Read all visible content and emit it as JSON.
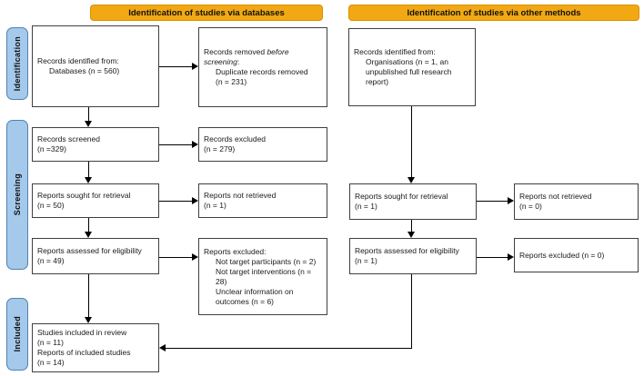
{
  "headers": {
    "left": "Identification of studies via databases",
    "right": "Identification of studies via other methods"
  },
  "stages": {
    "identification": "Identification",
    "screening": "Screening",
    "included": "Included"
  },
  "colors": {
    "header_bg": "#F2A812",
    "header_border": "#D99000",
    "stage_bg": "#A5C9EA",
    "stage_border": "#4F81B4",
    "box_border": "#3F3F3F",
    "line": "#000000"
  },
  "boxes": {
    "db_identified": {
      "l1": "Records identified from:",
      "l2": "Databases (n = 560)"
    },
    "db_removed": {
      "l1a": "Records removed ",
      "l1b": "before",
      "l2a": "screening",
      "l2b": ":",
      "l3": "Duplicate records removed",
      "l4": "(n = 231)"
    },
    "db_screened": {
      "l1": "Records screened",
      "l2": "(n =329)"
    },
    "db_excluded": {
      "l1": "Records excluded",
      "l2": "(n = 279)"
    },
    "db_sought": {
      "l1": "Reports sought for retrieval",
      "l2": "(n = 50)"
    },
    "db_not_retrieved": {
      "l1": "Reports not retrieved",
      "l2": "(n = 1)"
    },
    "db_assessed": {
      "l1": "Reports assessed for eligibility",
      "l2": "(n = 49)"
    },
    "db_reports_excluded": {
      "l1": "Reports excluded:",
      "l2": "Not target participants (n = 2)",
      "l3": "Not target interventions (n =",
      "l4": "28)",
      "l5": "Unclear information on",
      "l6": "outcomes (n = 6)"
    },
    "included_studies": {
      "l1": "Studies included in review",
      "l2": "(n = 11)",
      "l3": "Reports of included studies",
      "l4": "(n = 14)"
    },
    "om_identified": {
      "l1": "Records identified from:",
      "l2": "Organisations (n = 1, an",
      "l3": "unpublished full research",
      "l4": "report)"
    },
    "om_sought": {
      "l1": "Reports sought for retrieval",
      "l2": "(n = 1)"
    },
    "om_not_retrieved": {
      "l1": "Reports not retrieved",
      "l2": "(n = 0)"
    },
    "om_assessed": {
      "l1": "Reports assessed for eligibility",
      "l2": "(n = 1)"
    },
    "om_reports_excluded": {
      "l1": "Reports excluded (n = 0)"
    }
  }
}
